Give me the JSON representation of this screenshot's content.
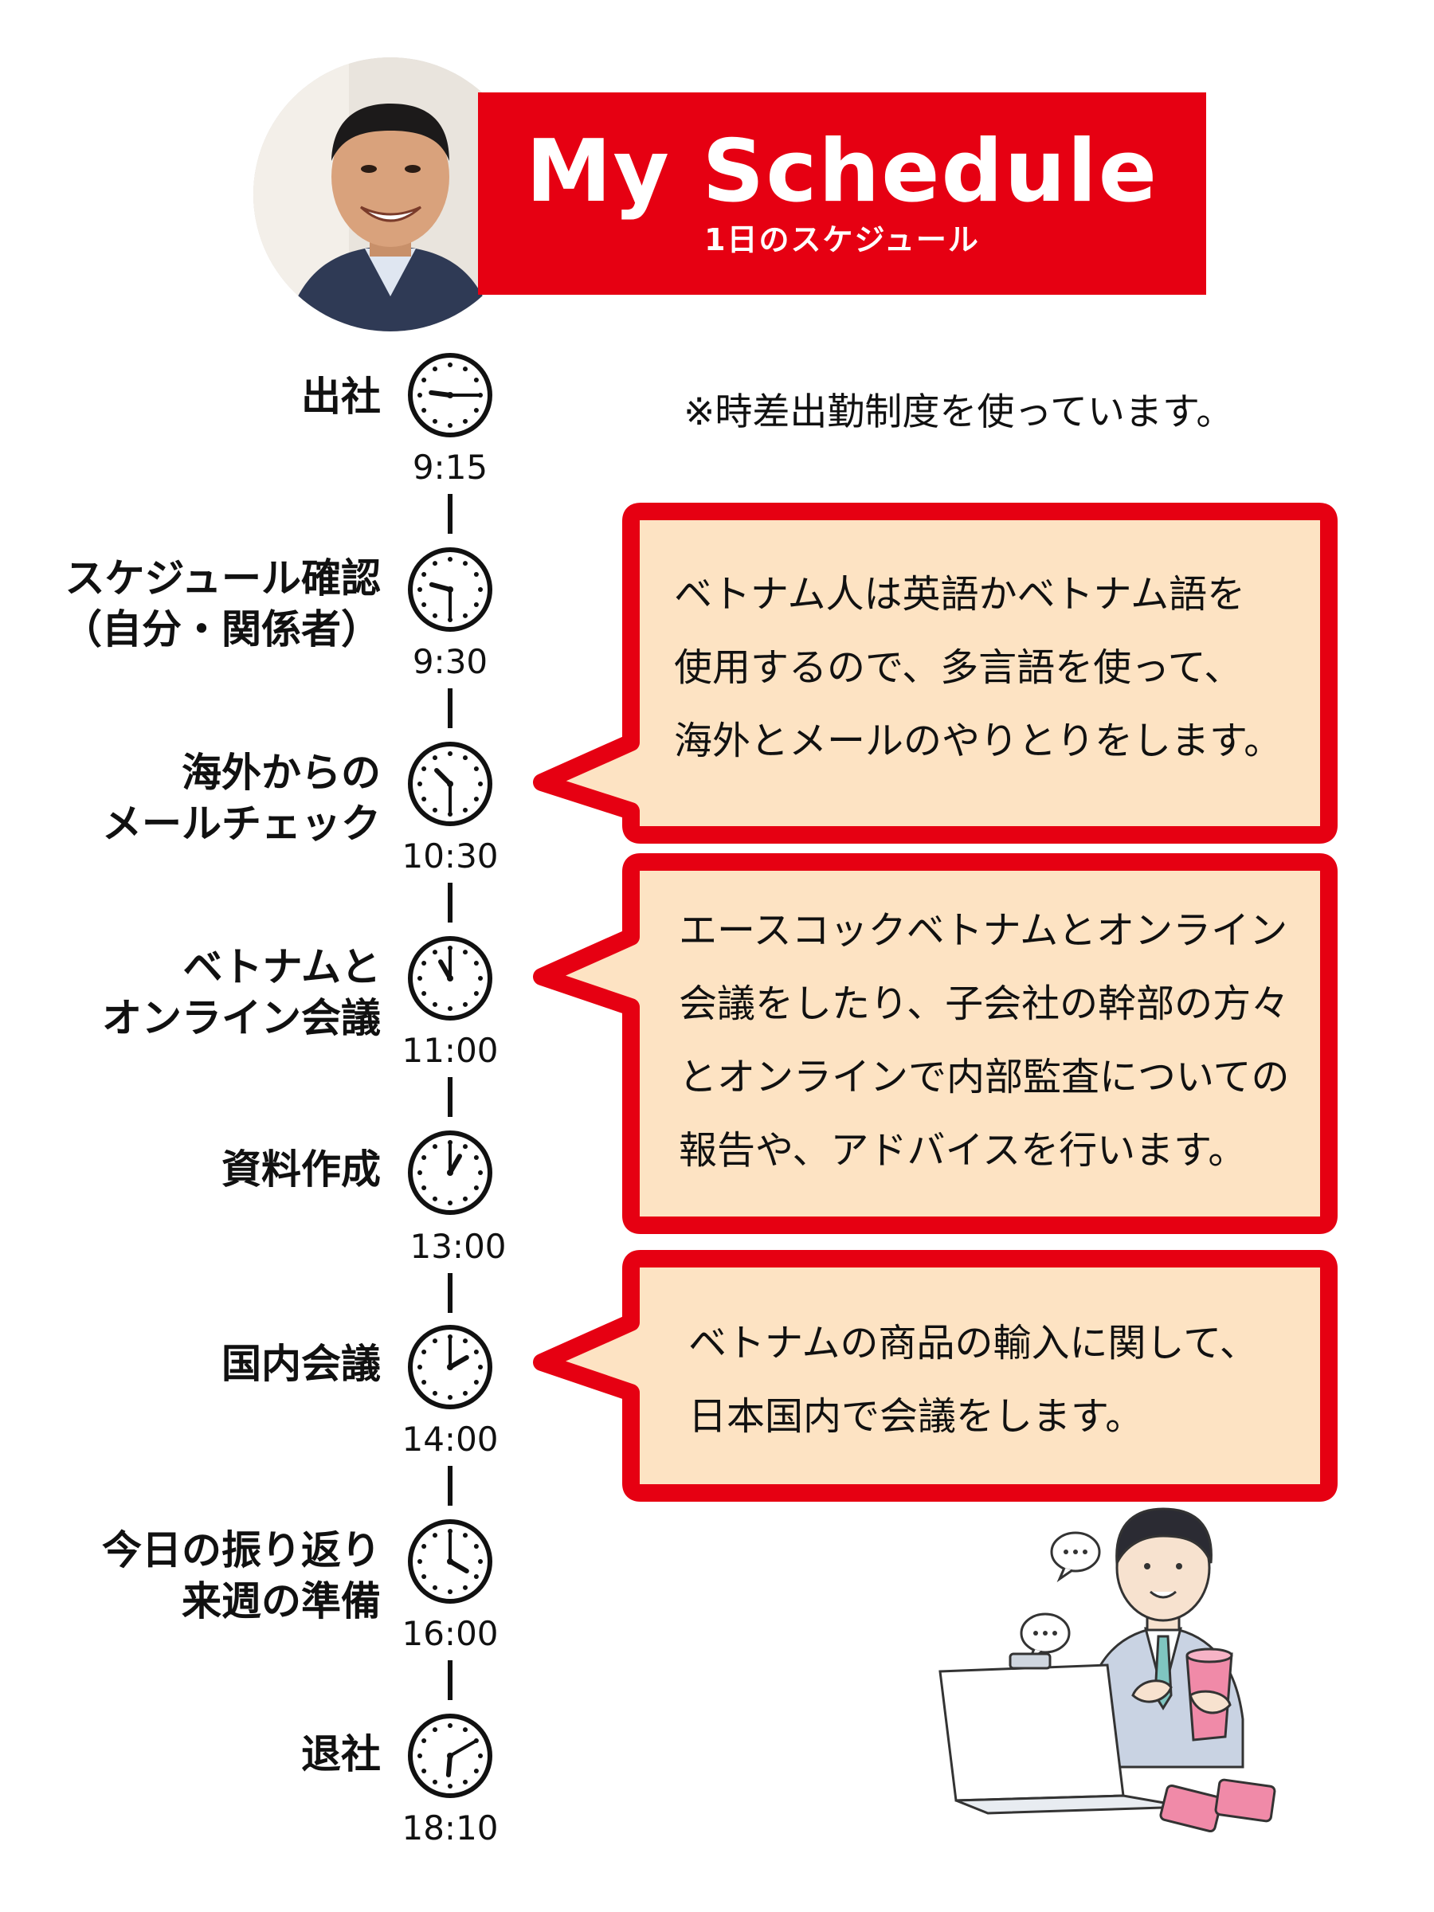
{
  "header": {
    "title": "My Schedule",
    "subtitle": "1日のスケジュール",
    "accent_color": "#e60012"
  },
  "note": "※時差出勤制度を使っています。",
  "timeline": [
    {
      "label_lines": [
        "出社"
      ],
      "time": "9:15"
    },
    {
      "label_lines": [
        "スケジュール確認",
        "（自分・関係者）"
      ],
      "time": "9:30"
    },
    {
      "label_lines": [
        "海外からの",
        "メールチェック"
      ],
      "time": "10:30"
    },
    {
      "label_lines": [
        "ベトナムと",
        "オンライン会議"
      ],
      "time": "11:00"
    },
    {
      "label_lines": [
        "資料作成"
      ],
      "time": "13:00"
    },
    {
      "label_lines": [
        "国内会議"
      ],
      "time": "14:00"
    },
    {
      "label_lines": [
        "今日の振り返り",
        "来週の準備"
      ],
      "time": "16:00"
    },
    {
      "label_lines": [
        "退社"
      ],
      "time": "18:10"
    }
  ],
  "bubbles": [
    {
      "lines": [
        "ベトナム人は英語かベトナム語を",
        "使用するので、多言語を使って、",
        "海外とメールのやりとりをします。"
      ]
    },
    {
      "lines": [
        "エースコックベトナムとオンライン",
        "会議をしたり、子会社の幹部の方々",
        "とオンラインで内部監査についての",
        "報告や、アドバイスを行います。"
      ]
    },
    {
      "lines": [
        "ベトナムの商品の輸入に関して、",
        "日本国内で会議をします。"
      ]
    }
  ],
  "colors": {
    "bubble_fill": "#fde3c3",
    "bubble_border": "#e60012"
  },
  "icons": [
    "avatar-photo",
    "clock-icon",
    "speech-bubble-icon",
    "laptop-icon"
  ]
}
